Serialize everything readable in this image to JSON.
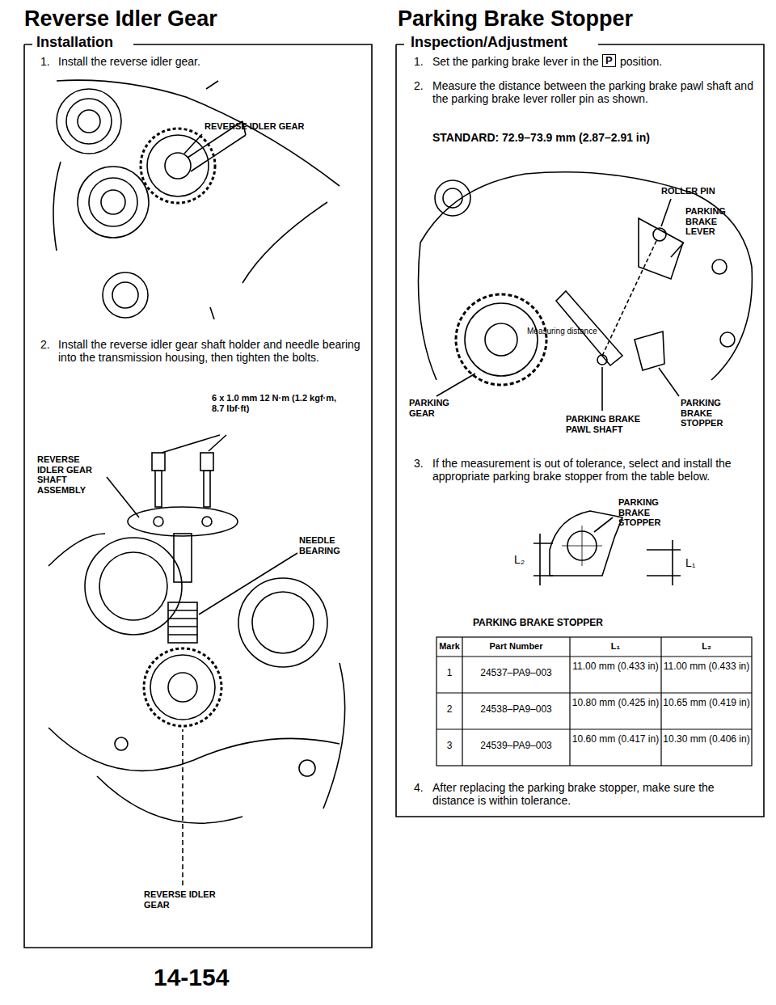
{
  "diagram": {
    "labels": [
      "Reverse Idler Gear",
      "Installation",
      "1.",
      "Install the reverse idler gear.",
      "REVERSE IDLER GEAR",
      "2.",
      "Install the reverse idler gear shaft holder and needle bearing into the transmission housing, then tighten the bolts.",
      "6 x 1.0 mm 12 N·m (1.2 kgf·m, 8.7 lbf·ft)",
      "REVERSE IDLER GEAR SHAFT ASSEMBLY",
      "NEEDLE BEARING",
      "REVERSE IDLER GEAR",
      "14-154",
      "Parking Brake Stopper",
      "Inspection/Adjustment",
      "1.",
      "Set the parking brake lever in the",
      "P",
      "position.",
      "2.",
      "Measure the distance between the parking brake pawl shaft and the parking brake lever roller pin as shown.",
      "STANDARD: 72.9–73.9 mm (2.87–2.91 in)",
      "ROLLER PIN",
      "PARKING BRAKE LEVER",
      "Measuring distance",
      "PARKING GEAR",
      "PARKING BRAKE STOPPER",
      "PARKING BRAKE PAWL SHAFT",
      "3.",
      "If the measurement is out of tolerance, select and install the appropriate parking brake stopper from the table below.",
      "PARKING BRAKE STOPPER",
      "L₂",
      "L₁",
      "PARKING BRAKE STOPPER",
      "Mark",
      "Part Number",
      "L₁",
      "L₂",
      "1",
      "24537–PA9–003",
      "11.00 mm (0.433 in)",
      "11.00 mm (0.433 in)",
      "2",
      "24538–PA9–003",
      "10.80 mm (0.425 in)",
      "10.65 mm (0.419 in)",
      "3",
      "24539–PA9–003",
      "10.60 mm (0.417 in)",
      "10.30 mm (0.406 in)",
      "4.",
      "After replacing the parking brake stopper, make sure the distance is within tolerance."
    ]
  }
}
